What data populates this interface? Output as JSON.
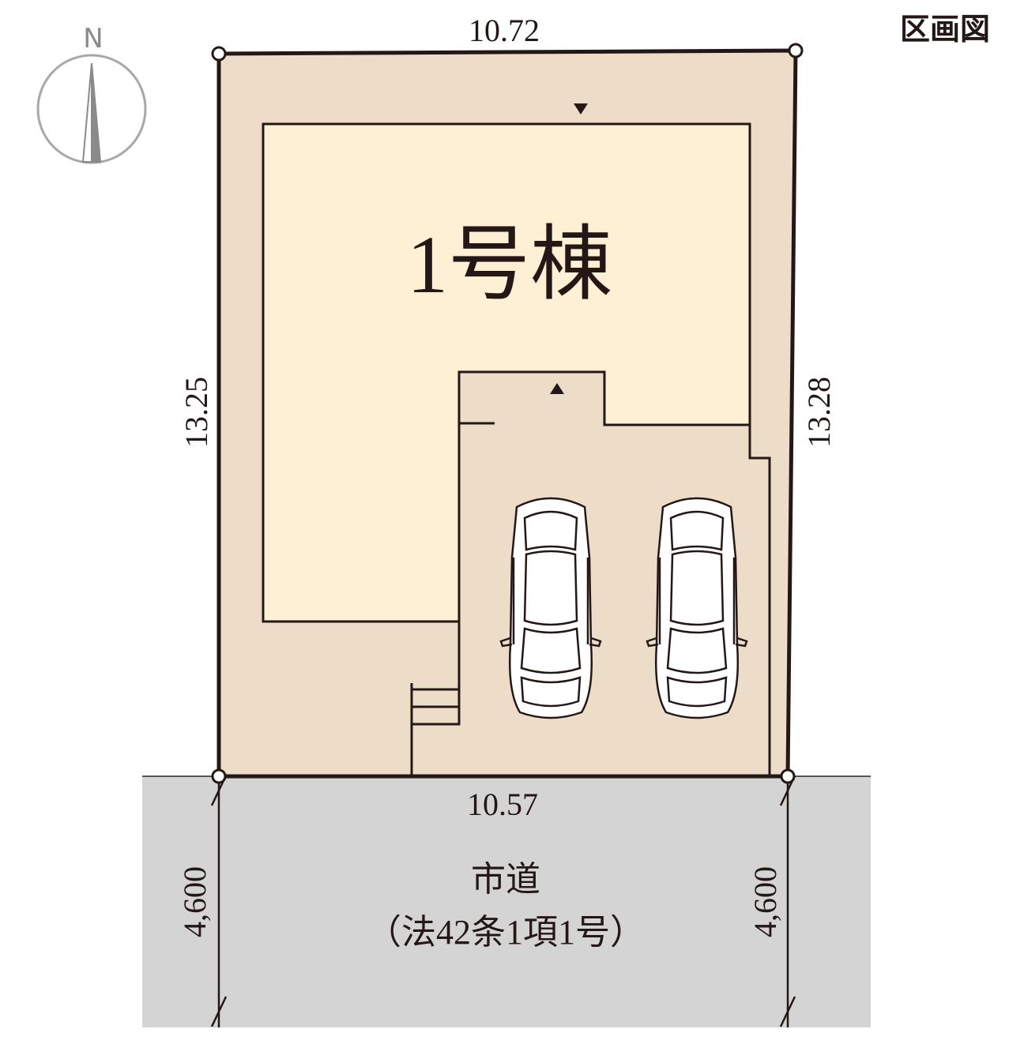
{
  "header": {
    "title": "区画図",
    "compass_label": "N"
  },
  "lot": {
    "building_label": "1号棟",
    "parking_spaces": 2,
    "dimensions": {
      "top": "10.72",
      "bottom": "10.57",
      "left": "13.25",
      "right": "13.28"
    }
  },
  "road": {
    "name": "市道",
    "classification": "（法42条1項1号）",
    "width_left": "4,600",
    "width_right": "4,600"
  },
  "colors": {
    "lot_fill": "#ecdcc8",
    "building_fill": "#fdf0d5",
    "road_fill": "#d4d4d4",
    "outline": "#231815"
  }
}
